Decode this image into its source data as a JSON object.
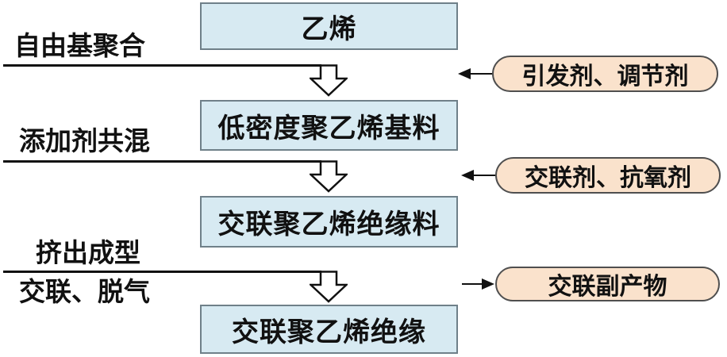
{
  "flow": {
    "boxes": [
      {
        "label": "乙烯"
      },
      {
        "label": "低密度聚乙烯基料"
      },
      {
        "label": "交联聚乙烯绝缘料"
      },
      {
        "label": "交联聚乙烯绝缘"
      }
    ],
    "process_labels": [
      {
        "line1": "自由基聚合"
      },
      {
        "line1": "添加剂共混"
      },
      {
        "line1": "挤出成型",
        "line2": "交联、脱气"
      }
    ],
    "side_nodes": [
      {
        "label": "引发剂、调节剂",
        "arrow": "left-into-flow"
      },
      {
        "label": "交联剂、抗氧剂",
        "arrow": "left-into-flow"
      },
      {
        "label": "交联副产物",
        "arrow": "right-out-of-flow"
      }
    ],
    "colors": {
      "box_fill": "#d7eaf2",
      "box_border": "#6f8089",
      "oval_fill": "#fae2cc",
      "oval_border": "#4f4f4f",
      "line": "#111111",
      "text": "#111111"
    }
  }
}
